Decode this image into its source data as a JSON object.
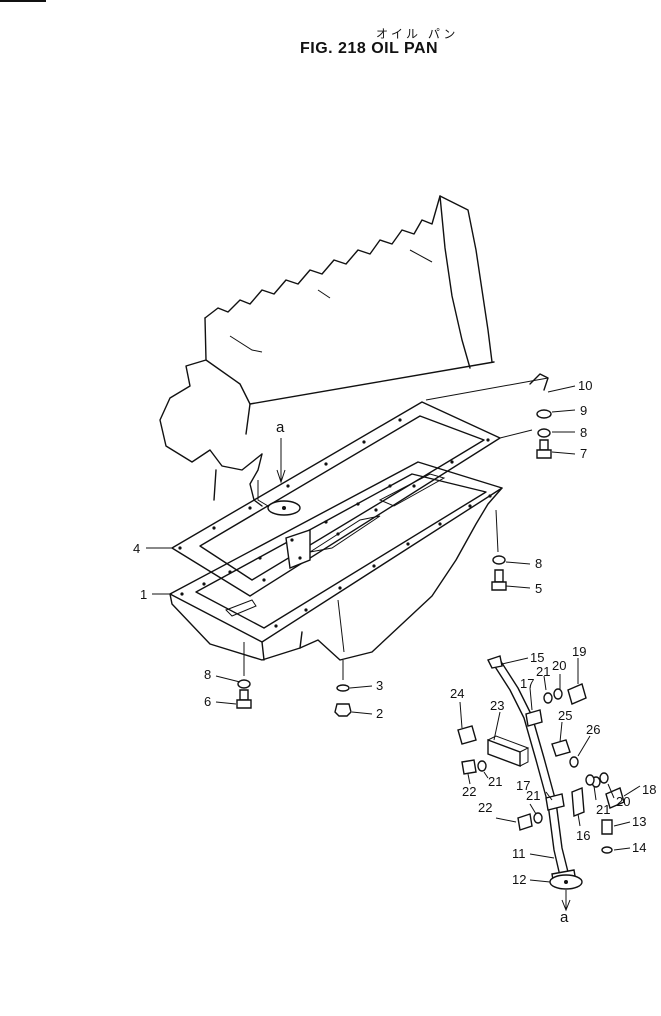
{
  "header": {
    "title_jp": "オイル パン",
    "title": "FIG. 218  OIL  PAN"
  },
  "callouts": [
    {
      "id": "c10",
      "text": "10"
    },
    {
      "id": "c9",
      "text": "9"
    },
    {
      "id": "c8a",
      "text": "8"
    },
    {
      "id": "c7",
      "text": "7"
    },
    {
      "id": "c8b",
      "text": "8"
    },
    {
      "id": "c5",
      "text": "5"
    },
    {
      "id": "c4",
      "text": "4"
    },
    {
      "id": "c1",
      "text": "1"
    },
    {
      "id": "c8c",
      "text": "8"
    },
    {
      "id": "c6",
      "text": "6"
    },
    {
      "id": "c3",
      "text": "3"
    },
    {
      "id": "c2",
      "text": "2"
    },
    {
      "id": "ca1",
      "text": "a"
    },
    {
      "id": "c15",
      "text": "15"
    },
    {
      "id": "c19",
      "text": "19"
    },
    {
      "id": "c20a",
      "text": "20"
    },
    {
      "id": "c21a",
      "text": "21"
    },
    {
      "id": "c17a",
      "text": "17"
    },
    {
      "id": "c24",
      "text": "24"
    },
    {
      "id": "c23",
      "text": "23"
    },
    {
      "id": "c25",
      "text": "25"
    },
    {
      "id": "c26",
      "text": "26"
    },
    {
      "id": "c22a",
      "text": "22"
    },
    {
      "id": "c21b",
      "text": "21"
    },
    {
      "id": "c18",
      "text": "18"
    },
    {
      "id": "c20b",
      "text": "20"
    },
    {
      "id": "c21c",
      "text": "21"
    },
    {
      "id": "c17b",
      "text": "17"
    },
    {
      "id": "c22b",
      "text": "22"
    },
    {
      "id": "c21d",
      "text": "21"
    },
    {
      "id": "c16",
      "text": "16"
    },
    {
      "id": "c13",
      "text": "13"
    },
    {
      "id": "c14",
      "text": "14"
    },
    {
      "id": "c11",
      "text": "11"
    },
    {
      "id": "c12",
      "text": "12"
    },
    {
      "id": "ca2",
      "text": "a"
    }
  ]
}
